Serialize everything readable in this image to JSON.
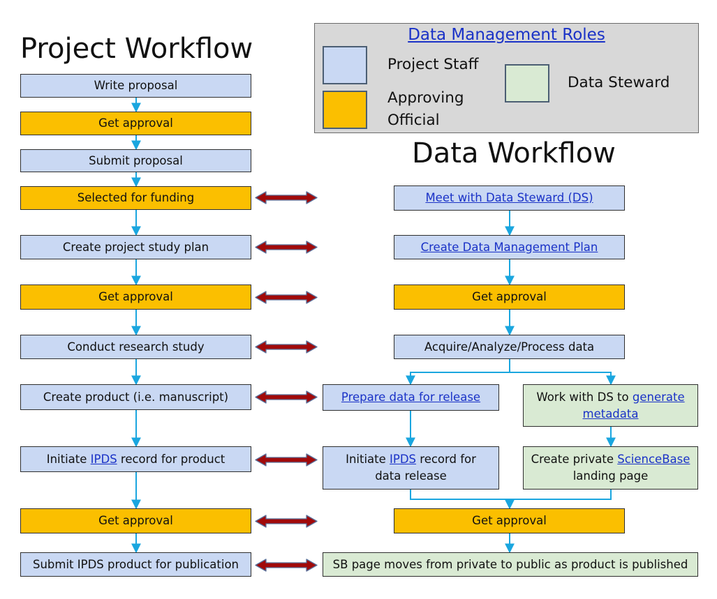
{
  "titles": {
    "project": "Project Workflow",
    "data": "Data Workflow"
  },
  "legend": {
    "title": "Data Management Roles",
    "staff": "Project Staff",
    "approving_1": "Approving",
    "approving_2": "Official",
    "steward": "Data Steward"
  },
  "colors": {
    "project_staff": "#c9d8f3",
    "approving_official": "#fbbf00",
    "data_steward": "#d9ead3",
    "flow_arrow": "#1aa6df",
    "link_arrow": "#a10a0a",
    "link_text": "#1a32c7"
  },
  "project": {
    "write": "Write proposal",
    "approval1": "Get approval",
    "submit": "Submit proposal",
    "selected": "Selected for funding",
    "studyplan": "Create project study plan",
    "approval2": "Get approval",
    "research": "Conduct research study",
    "product": "Create product (i.e. manuscript)",
    "ipds_pre": "Initiate ",
    "ipds_link": "IPDS",
    "ipds_post": " record for product",
    "approval3": "Get approval",
    "publish": "Submit IPDS product for publication"
  },
  "data": {
    "meet": "Meet with Data Steward (DS)",
    "dmp": "Create Data Management Plan",
    "approval1": "Get approval",
    "acquire": "Acquire/Analyze/Process data",
    "prepare": "Prepare data for release",
    "metadata_pre": "Work with DS to ",
    "metadata_link_1": "generate",
    "metadata_link_2": "metadata",
    "ipds_pre": "Initiate ",
    "ipds_link": "IPDS",
    "ipds_post": " record for",
    "ipds_line2": "data release",
    "sb_pre": "Create private ",
    "sb_link": "ScienceBase",
    "sb_line2": "landing page",
    "approval2": "Get approval",
    "public": "SB page moves from private to public as product is published"
  }
}
